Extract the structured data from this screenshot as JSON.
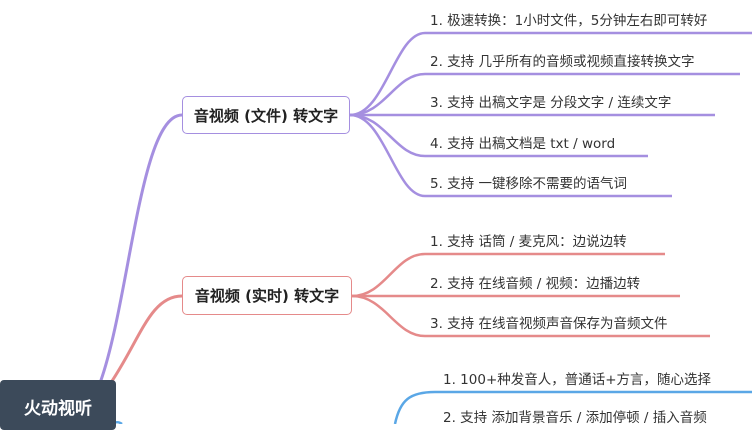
{
  "root": {
    "label": "火动视听"
  },
  "colors": {
    "purple": "#a58fe0",
    "red": "#e58a8a",
    "blue": "#5aa7e6"
  },
  "branches": [
    {
      "label": "音视频 (文件) 转文字",
      "items": [
        "1. 极速转换：1小时文件，5分钟左右即可转好",
        "2. 支持 几乎所有的音频或视频直接转换文字",
        "3. 支持 出稿文字是 分段文字 / 连续文字",
        "4. 支持 出稿文档是 txt / word",
        "5. 支持 一键移除不需要的语气词"
      ]
    },
    {
      "label": "音视频 (实时) 转文字",
      "items": [
        "1. 支持 话筒 / 麦克风：边说边转",
        "2. 支持 在线音频 / 视频：边播边转",
        "3. 支持 在线音视频声音保存为音频文件"
      ]
    },
    {
      "items": [
        "1. 100+种发音人，普通话+方言，随心选择",
        "2. 支持 添加背景音乐 / 添加停顿 / 插入音频"
      ]
    }
  ]
}
